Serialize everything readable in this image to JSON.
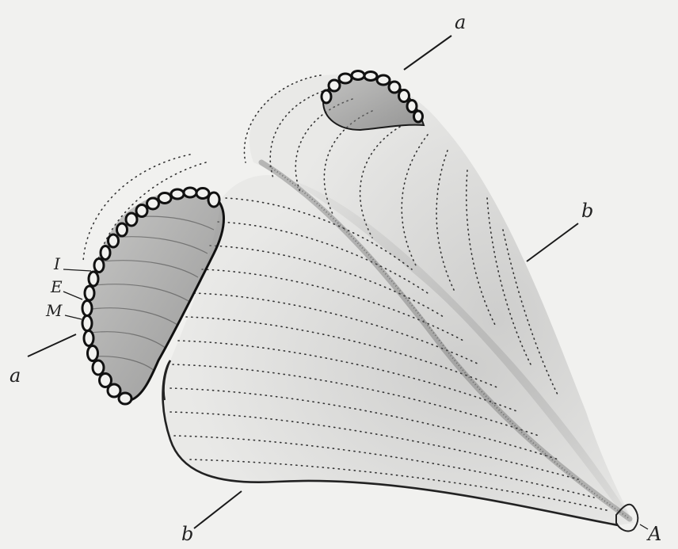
{
  "labels": {
    "a_top": "a",
    "a_left": "a",
    "b_right": "b",
    "b_bottom": "b",
    "I": "I",
    "E": "E",
    "M": "M",
    "A": "A"
  }
}
